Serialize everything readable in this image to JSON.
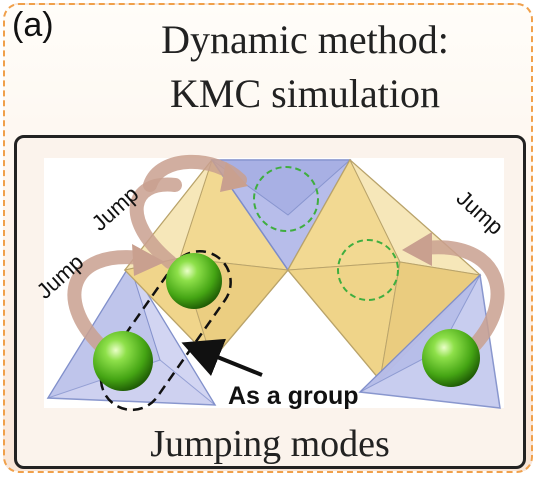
{
  "panel_label": "(a)",
  "title_line1": "Dynamic method:",
  "title_line2": "KMC simulation",
  "caption": "Jumping modes",
  "annotations": {
    "jump1": "Jump",
    "jump2": "Jump",
    "jump3": "Jump",
    "group": "As a group"
  },
  "colors": {
    "frame": "#f0a04b",
    "tetra_yellow": "#f3dd9a",
    "tetra_blue": "#aab3e6",
    "sphere": "#5fcb1e",
    "arrow": "#c9a08f"
  }
}
